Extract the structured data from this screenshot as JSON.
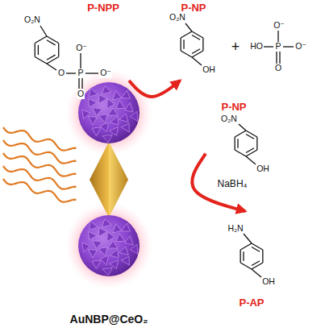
{
  "diagram": {
    "nodes": [
      {
        "text": [
          "P-NPP"
        ]
      },
      {
        "text": [
          "P-NP"
        ]
      },
      {
        "text": [
          "P-NP"
        ]
      },
      {
        "text": [
          "P-AP"
        ]
      }
    ],
    "edges": [
      {
        "from": 0,
        "to": 1,
        "arrow": "to"
      },
      {
        "from": 2,
        "to": 3,
        "label": "NaBH₄",
        "arrow": "to"
      }
    ],
    "labels": [
      "O₂N",
      "O",
      "P",
      "O⁻",
      "O⁻",
      "O",
      "O₂N",
      "OH",
      "+",
      "HO",
      "P",
      "O⁻",
      "O⁻",
      "O",
      "O₂N",
      "OH",
      "H₂N",
      "OH",
      "AuNBP@CeO₂"
    ]
  }
}
